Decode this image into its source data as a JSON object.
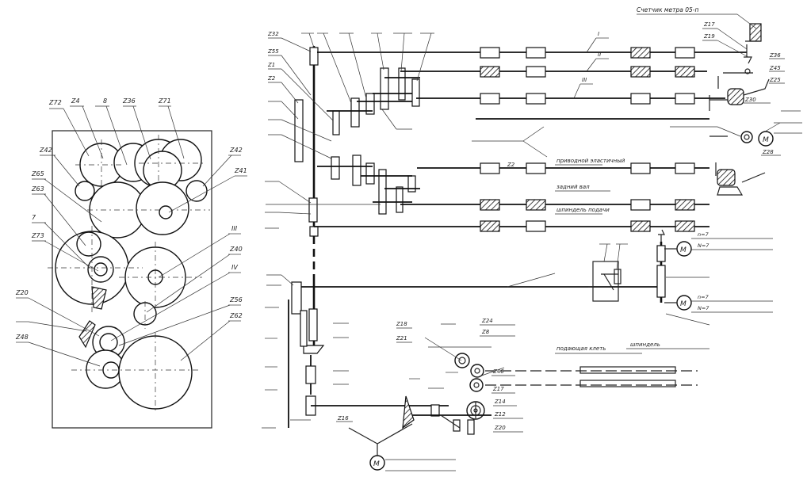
{
  "labels": {
    "gear_box_left": [
      "Z72",
      "Z4",
      "8",
      "Z36",
      "Z71",
      "Z42",
      "Z42",
      "Z65",
      "Z63",
      "7",
      "Z73",
      "Z41",
      "III",
      "Z40",
      "IV",
      "Z56",
      "Z62",
      "Z20",
      "Z48"
    ],
    "top_right_note": "Счетчик метра 05-п",
    "right_labels": [
      "Z17",
      "Z19",
      "Z36",
      "Z45",
      "Z25",
      "Z30",
      "Z28"
    ],
    "shaft_labels": [
      "I",
      "II",
      "III"
    ],
    "spindle_notes": [
      "приводной эластичный",
      "задний вал",
      "шпиндель подачи"
    ],
    "motor_labels": [
      "M",
      "M",
      "M",
      "M"
    ],
    "motor_notes": [
      "n=7",
      "N=7",
      "n=7",
      "N=7"
    ],
    "feed_labels": [
      "подающая клеть",
      "шпиндель"
    ],
    "misc_labels": [
      "Z18",
      "Z21",
      "Z24",
      "Z8",
      "Z46",
      "Z17",
      "Z14",
      "Z12",
      "Z20",
      "Z16",
      "Z32",
      "Z55",
      "Z1",
      "Z2"
    ]
  }
}
